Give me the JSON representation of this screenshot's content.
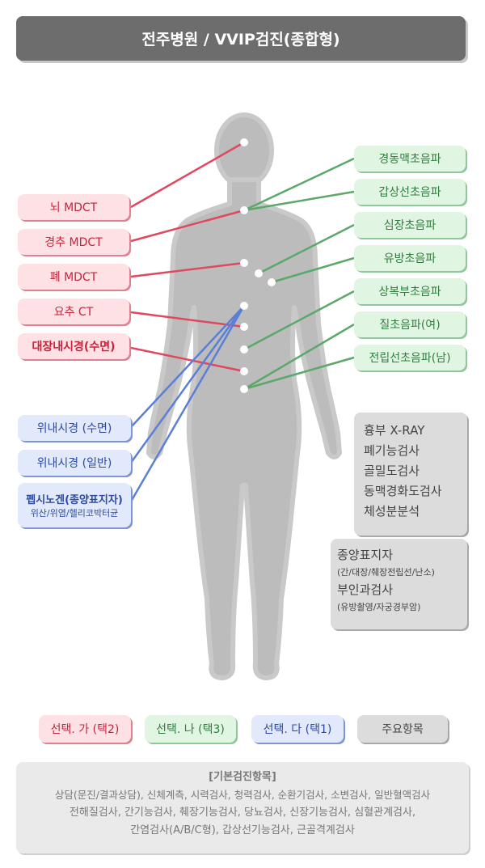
{
  "title": "전주병원 / VVIP검진(종합형)",
  "left_red": [
    "뇌 MDCT",
    "경추 MDCT",
    "폐 MDCT",
    "요추 CT",
    "대장내시경(수면)"
  ],
  "left_blue": [
    "위내시경 (수면)",
    "위내시경 (일반)"
  ],
  "pepsinogen": {
    "title": "펩시노겐(종양표지자)",
    "sub": "위산/위염/헬리코박터균"
  },
  "right_green": [
    "경동맥초음파",
    "갑상선초음파",
    "심장초음파",
    "유방초음파",
    "상복부초음파",
    "질초음파(여)",
    "전립선초음파(남)"
  ],
  "main_items": [
    "흉부 X-RAY",
    "폐기능검사",
    "골밀도검사",
    "동맥경화도검사",
    "체성분분석"
  ],
  "extra": {
    "t1": "종양표지자",
    "s1": "(간/대장/췌장전립선/난소)",
    "t2": "부인과검사",
    "s2": "(유방촬영/자궁경부암)"
  },
  "legend": [
    "선택. 가 (택2)",
    "선택. 나 (택3)",
    "선택. 다 (택1)",
    "주요항목"
  ],
  "basic": {
    "title": "[기본검진항목]",
    "lines": [
      "상담(문진/결과상담), 신체계측, 시력검사, 청력검사, 순환기검사, 소변검사, 일반혈액검사",
      "전해질검사, 간기능검사, 췌장기능검사, 당뇨검사, 신장기능검사, 심혈관계검사,",
      "간염검사(A/B/C형), 갑상선기능검사, 근골격계검사"
    ]
  },
  "colors": {
    "red": "#e0485f",
    "green": "#5aa86a",
    "blue": "#5b7fd6",
    "body": "#bdbdbd"
  }
}
